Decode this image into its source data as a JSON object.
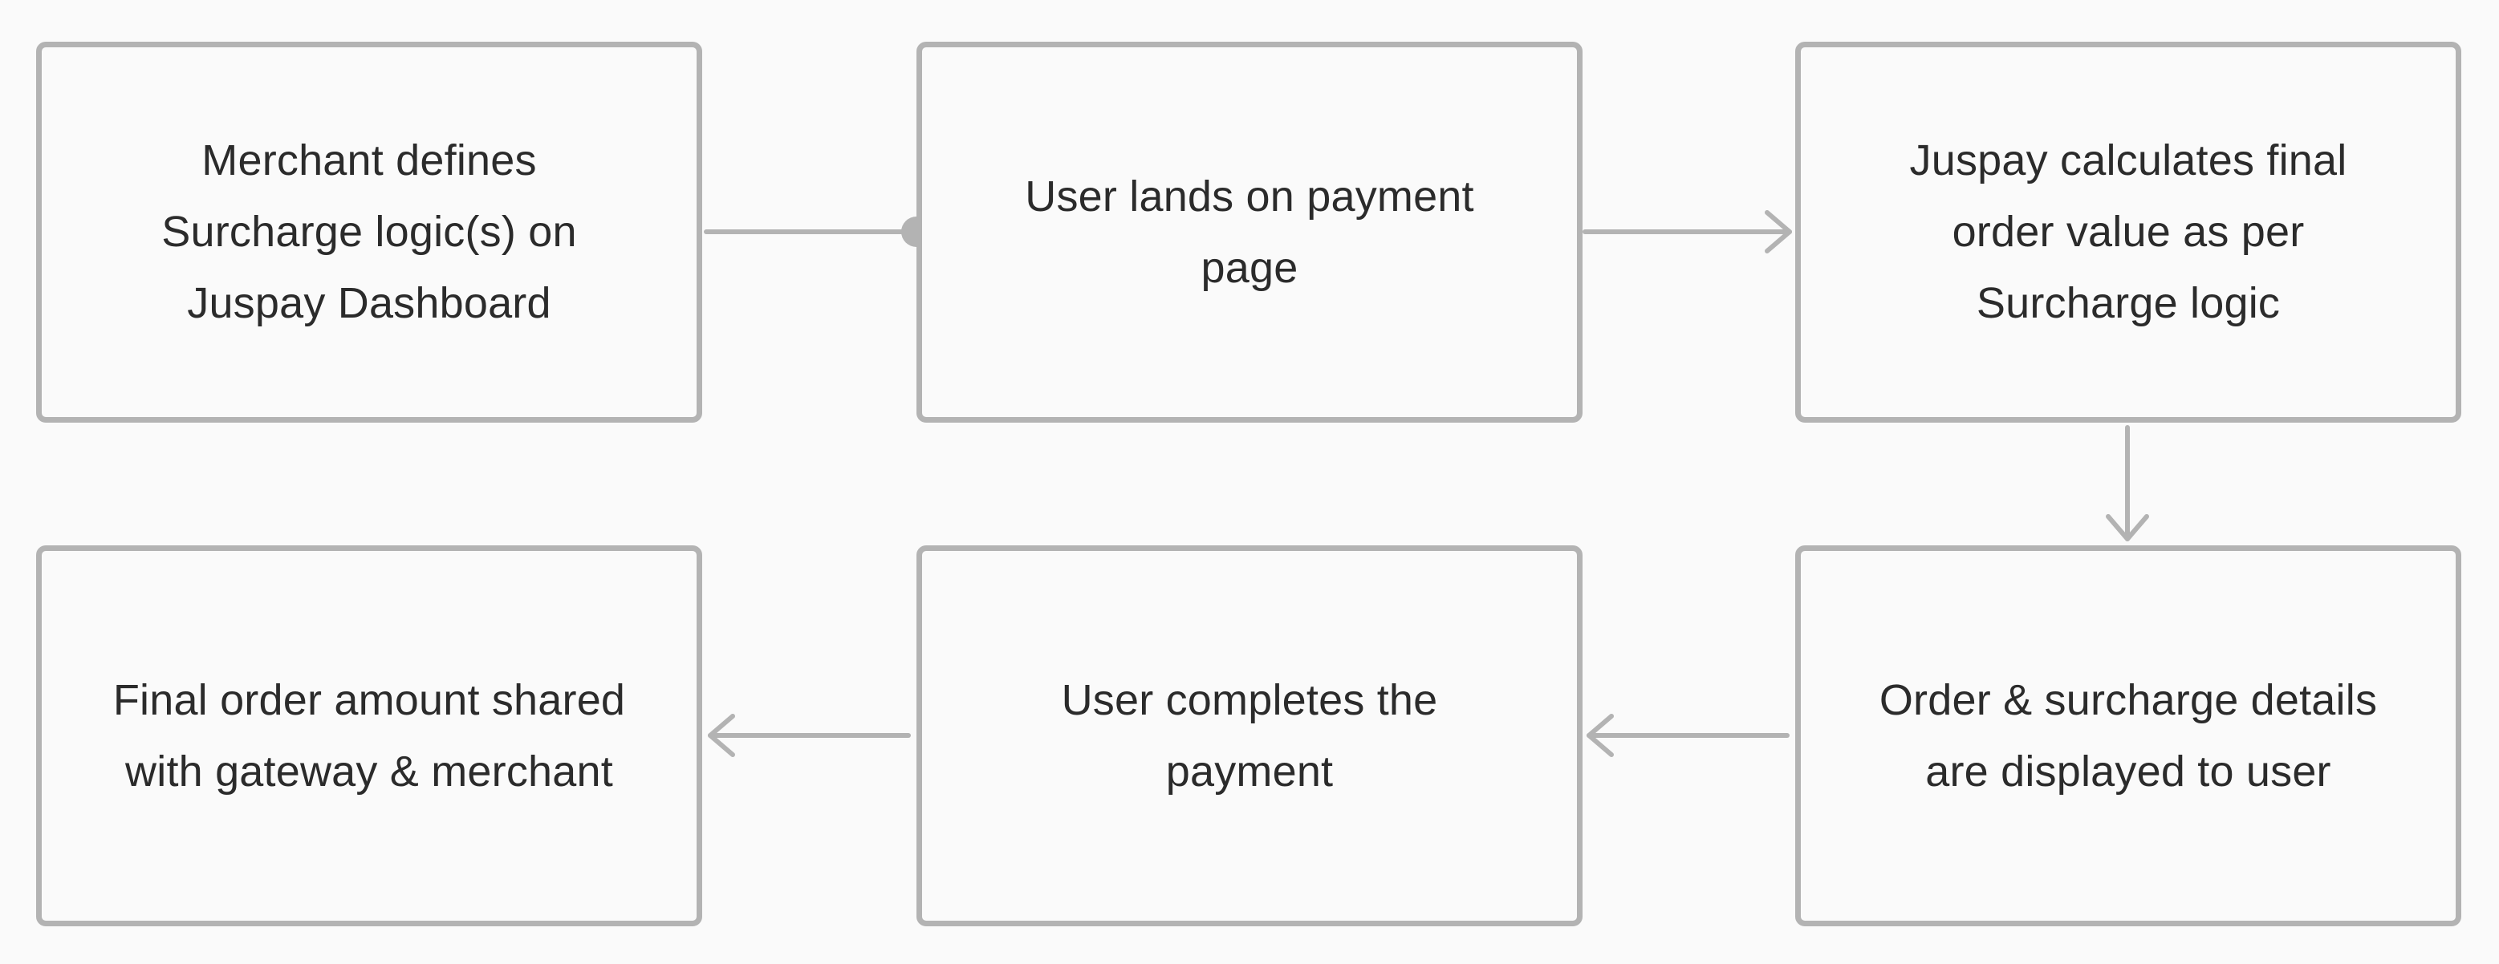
{
  "diagram": {
    "steps": [
      {
        "id": 1,
        "label": "Merchant defines Surcharge logic(s) on Juspay Dashboard"
      },
      {
        "id": 2,
        "label": "User lands on payment page"
      },
      {
        "id": 3,
        "label": "Juspay calculates final order value as per Surcharge logic"
      },
      {
        "id": 4,
        "label": "Order & surcharge details are displayed to user"
      },
      {
        "id": 5,
        "label": "User completes the payment"
      },
      {
        "id": 6,
        "label": "Final order amount shared with gateway & merchant"
      }
    ],
    "connectors": [
      {
        "from": 1,
        "to": 2,
        "end": "dot"
      },
      {
        "from": 2,
        "to": 3,
        "end": "arrow"
      },
      {
        "from": 3,
        "to": 4,
        "end": "arrow"
      },
      {
        "from": 4,
        "to": 5,
        "end": "arrow"
      },
      {
        "from": 5,
        "to": 6,
        "end": "arrow"
      }
    ],
    "colors": {
      "stroke": "#b3b3b3",
      "text": "#2b2b2b",
      "background": "#fafafa"
    }
  }
}
